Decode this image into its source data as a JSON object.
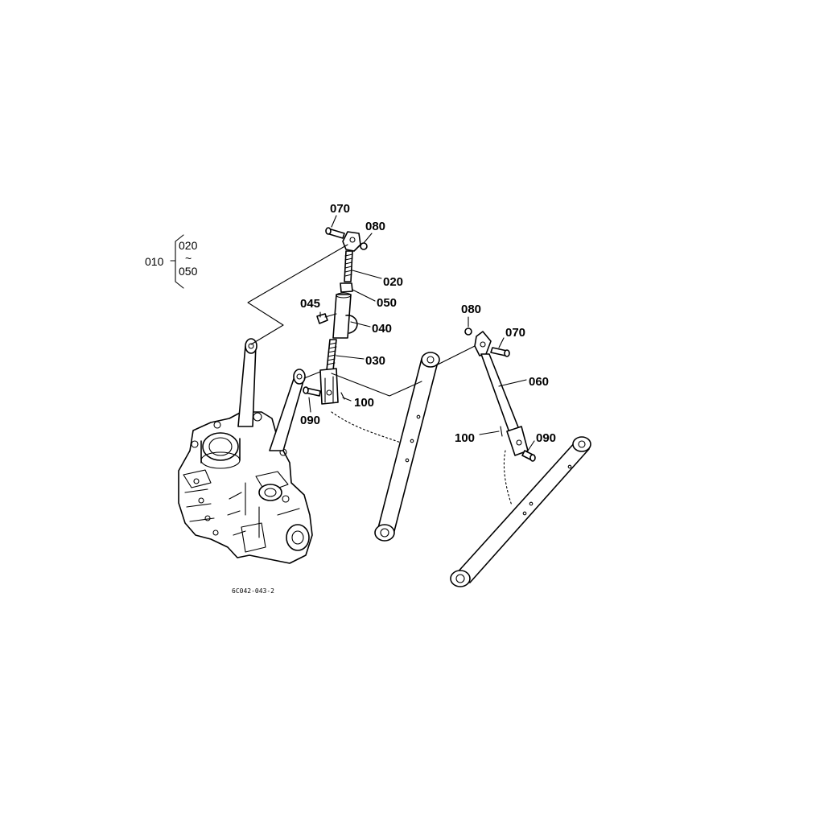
{
  "callouts": {
    "top_070": "070",
    "top_080": "080",
    "top_020": "020",
    "top_050": "050",
    "top_045": "045",
    "top_040": "040",
    "top_030": "030",
    "top_100": "100",
    "top_090": "090",
    "right_080": "080",
    "right_070": "070",
    "right_060": "060",
    "right_100": "100",
    "right_090": "090"
  },
  "group": {
    "parent": "010",
    "from": "020",
    "to": "050",
    "tilde": "~"
  },
  "drawing_code": "6C042-043-2"
}
